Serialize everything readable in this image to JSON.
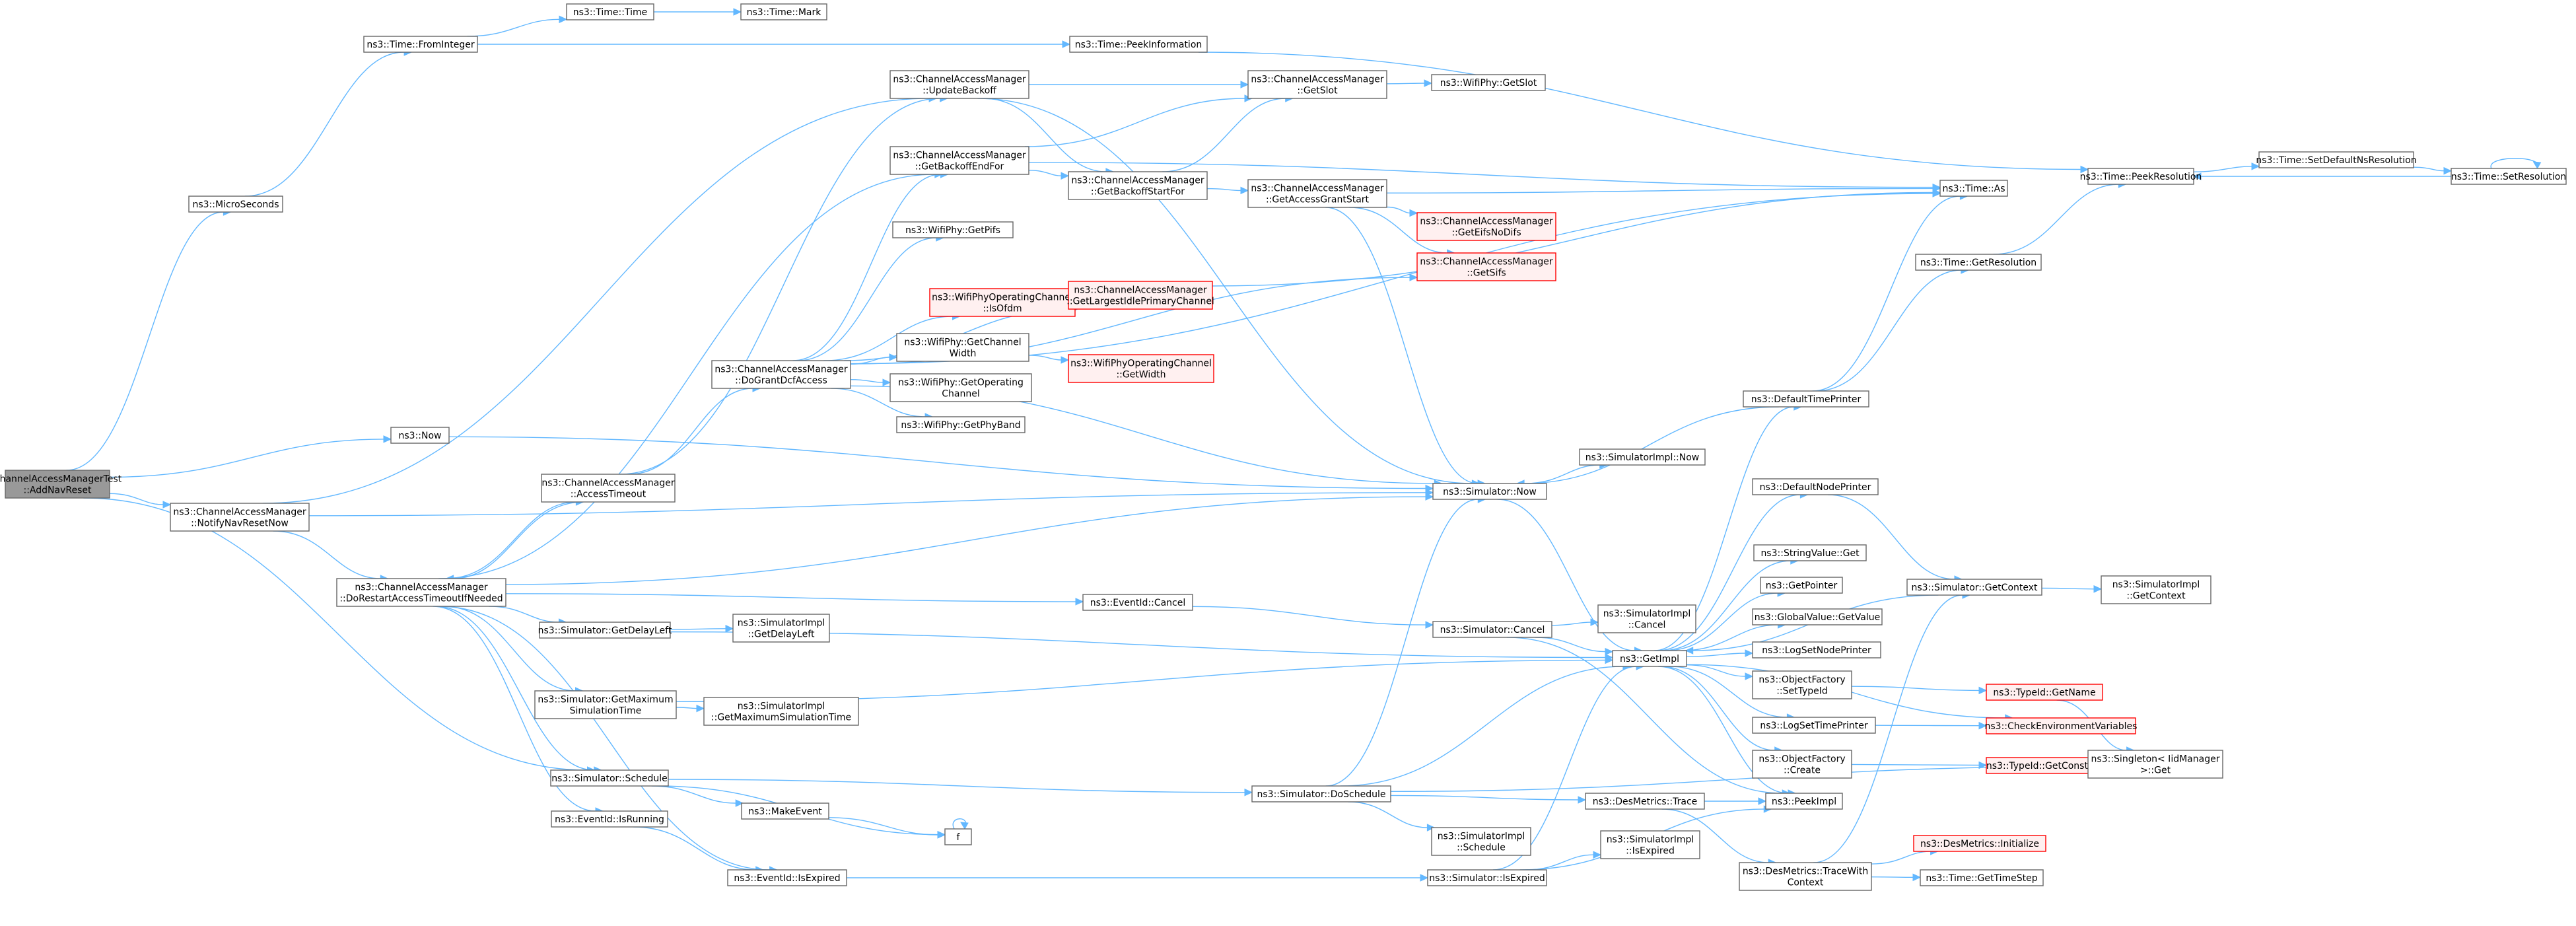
{
  "colors": {
    "edge": "#63b8ff",
    "node_stroke": "#666666",
    "node_fill": "#ffffff",
    "root_fill": "#999999",
    "root_stroke": "#666666",
    "red_stroke": "#ff0000",
    "red_fill": "#fff0f0"
  },
  "nodes": [
    {
      "id": "root",
      "lines": [
        "ChannelAccessManagerTest",
        "::AddNavReset"
      ],
      "style": "root"
    },
    {
      "id": "micro",
      "lines": [
        "ns3::MicroSeconds"
      ],
      "style": "normal"
    },
    {
      "id": "fromint",
      "lines": [
        "ns3::Time::FromInteger"
      ],
      "style": "normal"
    },
    {
      "id": "timetime",
      "lines": [
        "ns3::Time::Time"
      ],
      "style": "normal"
    },
    {
      "id": "timemark",
      "lines": [
        "ns3::Time::Mark"
      ],
      "style": "normal"
    },
    {
      "id": "peekinfo",
      "lines": [
        "ns3::Time::PeekInformation"
      ],
      "style": "normal"
    },
    {
      "id": "now",
      "lines": [
        "ns3::Now"
      ],
      "style": "normal"
    },
    {
      "id": "notifynav",
      "lines": [
        "ns3::ChannelAccessManager",
        "::NotifyNavResetNow"
      ],
      "style": "normal"
    },
    {
      "id": "drat",
      "lines": [
        "ns3::ChannelAccessManager",
        "::DoRestartAccessTimeoutIfNeeded"
      ],
      "style": "normal"
    },
    {
      "id": "acctimeout",
      "lines": [
        "ns3::ChannelAccessManager",
        "::AccessTimeout"
      ],
      "style": "normal"
    },
    {
      "id": "dogrant",
      "lines": [
        "ns3::ChannelAccessManager",
        "::DoGrantDcfAccess"
      ],
      "style": "normal"
    },
    {
      "id": "updbackoff",
      "lines": [
        "ns3::ChannelAccessManager",
        "::UpdateBackoff"
      ],
      "style": "normal"
    },
    {
      "id": "getbackend",
      "lines": [
        "ns3::ChannelAccessManager",
        "::GetBackoffEndFor"
      ],
      "style": "normal"
    },
    {
      "id": "getpifs",
      "lines": [
        "ns3::WifiPhy::GetPifs"
      ],
      "style": "normal"
    },
    {
      "id": "isofdm",
      "lines": [
        "ns3::WifiPhyOperatingChannel",
        "::IsOfdm"
      ],
      "style": "red"
    },
    {
      "id": "getchw",
      "lines": [
        "ns3::WifiPhy::GetChannel",
        "Width"
      ],
      "style": "normal"
    },
    {
      "id": "getopch",
      "lines": [
        "ns3::WifiPhy::GetOperating",
        "Channel"
      ],
      "style": "normal"
    },
    {
      "id": "getphyband",
      "lines": [
        "ns3::WifiPhy::GetPhyBand"
      ],
      "style": "normal"
    },
    {
      "id": "getlargest",
      "lines": [
        "ns3::ChannelAccessManager",
        "::GetLargestIdlePrimaryChannel"
      ],
      "style": "red"
    },
    {
      "id": "getwidth",
      "lines": [
        "ns3::WifiPhyOperatingChannel",
        "::GetWidth"
      ],
      "style": "red"
    },
    {
      "id": "getslot",
      "lines": [
        "ns3::ChannelAccessManager",
        "::GetSlot"
      ],
      "style": "normal"
    },
    {
      "id": "wifigetslot",
      "lines": [
        "ns3::WifiPhy::GetSlot"
      ],
      "style": "normal"
    },
    {
      "id": "getbackstart",
      "lines": [
        "ns3::ChannelAccessManager",
        "::GetBackoffStartFor"
      ],
      "style": "normal"
    },
    {
      "id": "getaccgrant",
      "lines": [
        "ns3::ChannelAccessManager",
        "::GetAccessGrantStart"
      ],
      "style": "normal"
    },
    {
      "id": "geteifs",
      "lines": [
        "ns3::ChannelAccessManager",
        "::GetEifsNoDifs"
      ],
      "style": "red"
    },
    {
      "id": "getsifs",
      "lines": [
        "ns3::ChannelAccessManager",
        "::GetSifs"
      ],
      "style": "red"
    },
    {
      "id": "timeas",
      "lines": [
        "ns3::Time::As"
      ],
      "style": "normal"
    },
    {
      "id": "peekres",
      "lines": [
        "ns3::Time::PeekResolution"
      ],
      "style": "normal"
    },
    {
      "id": "setdefres",
      "lines": [
        "ns3::Time::SetDefaultNsResolution"
      ],
      "style": "normal"
    },
    {
      "id": "setres",
      "lines": [
        "ns3::Time::SetResolution"
      ],
      "style": "normal"
    },
    {
      "id": "getres",
      "lines": [
        "ns3::Time::GetResolution"
      ],
      "style": "normal"
    },
    {
      "id": "deftimeprinter",
      "lines": [
        "ns3::DefaultTimePrinter"
      ],
      "style": "normal"
    },
    {
      "id": "siminow",
      "lines": [
        "ns3::SimulatorImpl::Now"
      ],
      "style": "normal"
    },
    {
      "id": "simnow",
      "lines": [
        "ns3::Simulator::Now"
      ],
      "style": "normal"
    },
    {
      "id": "defnodeprinter",
      "lines": [
        "ns3::DefaultNodePrinter"
      ],
      "style": "normal"
    },
    {
      "id": "strvalget",
      "lines": [
        "ns3::StringValue::Get"
      ],
      "style": "normal"
    },
    {
      "id": "getpointer",
      "lines": [
        "ns3::GetPointer"
      ],
      "style": "normal"
    },
    {
      "id": "globalval",
      "lines": [
        "ns3::GlobalValue::GetValue"
      ],
      "style": "normal"
    },
    {
      "id": "logsetnode",
      "lines": [
        "ns3::LogSetNodePrinter"
      ],
      "style": "normal"
    },
    {
      "id": "objfacset",
      "lines": [
        "ns3::ObjectFactory",
        "::SetTypeId"
      ],
      "style": "normal"
    },
    {
      "id": "logsettime",
      "lines": [
        "ns3::LogSetTimePrinter"
      ],
      "style": "normal"
    },
    {
      "id": "objfaccreate",
      "lines": [
        "ns3::ObjectFactory",
        "::Create"
      ],
      "style": "normal"
    },
    {
      "id": "peekimpl",
      "lines": [
        "ns3::PeekImpl"
      ],
      "style": "normal"
    },
    {
      "id": "getimpl",
      "lines": [
        "ns3::GetImpl"
      ],
      "style": "normal"
    },
    {
      "id": "simgetctx",
      "lines": [
        "ns3::Simulator::GetContext"
      ],
      "style": "normal"
    },
    {
      "id": "simigetctx",
      "lines": [
        "ns3::SimulatorImpl",
        "::GetContext"
      ],
      "style": "normal"
    },
    {
      "id": "typeidgetname",
      "lines": [
        "ns3::TypeId::GetName"
      ],
      "style": "red"
    },
    {
      "id": "checkenv",
      "lines": [
        "ns3::CheckEnvironmentVariables"
      ],
      "style": "red"
    },
    {
      "id": "typeidgetctor",
      "lines": [
        "ns3::TypeId::GetConstructor"
      ],
      "style": "red"
    },
    {
      "id": "singleton",
      "lines": [
        "ns3::Singleton< IidManager",
        " >::Get"
      ],
      "style": "normal"
    },
    {
      "id": "eventcancel",
      "lines": [
        "ns3::EventId::Cancel"
      ],
      "style": "normal"
    },
    {
      "id": "simcancel",
      "lines": [
        "ns3::Simulator::Cancel"
      ],
      "style": "normal"
    },
    {
      "id": "simicancel",
      "lines": [
        "ns3::SimulatorImpl",
        "::Cancel"
      ],
      "style": "normal"
    },
    {
      "id": "simgetdelay",
      "lines": [
        "ns3::Simulator::GetDelayLeft"
      ],
      "style": "normal"
    },
    {
      "id": "simigetdelay",
      "lines": [
        "ns3::SimulatorImpl",
        "::GetDelayLeft"
      ],
      "style": "normal"
    },
    {
      "id": "simgetmax",
      "lines": [
        "ns3::Simulator::GetMaximum",
        "SimulationTime"
      ],
      "style": "normal"
    },
    {
      "id": "simigetmax",
      "lines": [
        "ns3::SimulatorImpl",
        "::GetMaximumSimulationTime"
      ],
      "style": "normal"
    },
    {
      "id": "simschedule",
      "lines": [
        "ns3::Simulator::Schedule"
      ],
      "style": "normal"
    },
    {
      "id": "makeevent",
      "lines": [
        "ns3::MakeEvent"
      ],
      "style": "normal"
    },
    {
      "id": "f",
      "lines": [
        "f"
      ],
      "style": "normal"
    },
    {
      "id": "eventisrunning",
      "lines": [
        "ns3::EventId::IsRunning"
      ],
      "style": "normal"
    },
    {
      "id": "eventisexpired",
      "lines": [
        "ns3::EventId::IsExpired"
      ],
      "style": "normal"
    },
    {
      "id": "simdoschedule",
      "lines": [
        "ns3::Simulator::DoSchedule"
      ],
      "style": "normal"
    },
    {
      "id": "simischedule",
      "lines": [
        "ns3::SimulatorImpl",
        "::Schedule"
      ],
      "style": "normal"
    },
    {
      "id": "desmtrace",
      "lines": [
        "ns3::DesMetrics::Trace"
      ],
      "style": "normal"
    },
    {
      "id": "simisexpired",
      "lines": [
        "ns3::Simulator::IsExpired"
      ],
      "style": "normal"
    },
    {
      "id": "simiisexpired",
      "lines": [
        "ns3::SimulatorImpl",
        "::IsExpired"
      ],
      "style": "normal"
    },
    {
      "id": "desmtracewith",
      "lines": [
        "ns3::DesMetrics::TraceWith",
        "Context"
      ],
      "style": "normal"
    },
    {
      "id": "desminit",
      "lines": [
        "ns3::DesMetrics::Initialize"
      ],
      "style": "red"
    },
    {
      "id": "timegetstep",
      "lines": [
        "ns3::Time::GetTimeStep"
      ],
      "style": "normal"
    }
  ],
  "edges": [
    [
      "root",
      "micro"
    ],
    [
      "root",
      "now"
    ],
    [
      "root",
      "notifynav"
    ],
    [
      "root",
      "simschedule"
    ],
    [
      "micro",
      "fromint"
    ],
    [
      "fromint",
      "timetime"
    ],
    [
      "fromint",
      "peekinfo"
    ],
    [
      "timetime",
      "timemark"
    ],
    [
      "peekinfo",
      "peekres"
    ],
    [
      "now",
      "simnow"
    ],
    [
      "notifynav",
      "updbackoff"
    ],
    [
      "notifynav",
      "drat"
    ],
    [
      "notifynav",
      "simnow"
    ],
    [
      "drat",
      "getbackend"
    ],
    [
      "drat",
      "acctimeout"
    ],
    [
      "drat",
      "simnow"
    ],
    [
      "drat",
      "eventcancel"
    ],
    [
      "drat",
      "simgetdelay"
    ],
    [
      "drat",
      "simgetmax"
    ],
    [
      "drat",
      "simschedule"
    ],
    [
      "drat",
      "eventisrunning"
    ],
    [
      "drat",
      "eventisexpired"
    ],
    [
      "acctimeout",
      "updbackoff"
    ],
    [
      "acctimeout",
      "dogrant"
    ],
    [
      "acctimeout",
      "drat"
    ],
    [
      "dogrant",
      "getbackend"
    ],
    [
      "dogrant",
      "getpifs"
    ],
    [
      "dogrant",
      "isofdm"
    ],
    [
      "dogrant",
      "getchw"
    ],
    [
      "dogrant",
      "getopch"
    ],
    [
      "dogrant",
      "getphyband"
    ],
    [
      "dogrant",
      "getlargest"
    ],
    [
      "dogrant",
      "simnow"
    ],
    [
      "dogrant",
      "getsifs"
    ],
    [
      "dogrant",
      "timeas"
    ],
    [
      "updbackoff",
      "getslot"
    ],
    [
      "updbackoff",
      "getbackstart"
    ],
    [
      "updbackoff",
      "simnow"
    ],
    [
      "getbackend",
      "getslot"
    ],
    [
      "getbackend",
      "getbackstart"
    ],
    [
      "getbackend",
      "timeas"
    ],
    [
      "getchw",
      "getwidth"
    ],
    [
      "getlargest",
      "timeas"
    ],
    [
      "getslot",
      "wifigetslot"
    ],
    [
      "getbackstart",
      "getslot"
    ],
    [
      "getbackstart",
      "getaccgrant"
    ],
    [
      "getaccgrant",
      "geteifs"
    ],
    [
      "getaccgrant",
      "getsifs"
    ],
    [
      "getaccgrant",
      "timeas"
    ],
    [
      "getaccgrant",
      "simnow"
    ],
    [
      "peekres",
      "setdefres"
    ],
    [
      "setdefres",
      "setres"
    ],
    [
      "setres",
      "peekres"
    ],
    [
      "setres",
      "setres"
    ],
    [
      "getres",
      "peekres"
    ],
    [
      "deftimeprinter",
      "timeas"
    ],
    [
      "deftimeprinter",
      "getres"
    ],
    [
      "deftimeprinter",
      "simnow"
    ],
    [
      "simnow",
      "siminow"
    ],
    [
      "simnow",
      "getimpl"
    ],
    [
      "defnodeprinter",
      "simgetctx"
    ],
    [
      "getimpl",
      "deftimeprinter"
    ],
    [
      "getimpl",
      "defnodeprinter"
    ],
    [
      "getimpl",
      "strvalget"
    ],
    [
      "getimpl",
      "getpointer"
    ],
    [
      "getimpl",
      "globalval"
    ],
    [
      "getimpl",
      "logsetnode"
    ],
    [
      "getimpl",
      "objfacset"
    ],
    [
      "getimpl",
      "logsettime"
    ],
    [
      "getimpl",
      "objfaccreate"
    ],
    [
      "getimpl",
      "peekimpl"
    ],
    [
      "getimpl",
      "checkenv"
    ],
    [
      "simgetctx",
      "simigetctx"
    ],
    [
      "simgetctx",
      "getimpl"
    ],
    [
      "objfacset",
      "typeidgetname"
    ],
    [
      "logsettime",
      "checkenv"
    ],
    [
      "objfaccreate",
      "typeidgetctor"
    ],
    [
      "typeidgetname",
      "singleton"
    ],
    [
      "typeidgetctor",
      "singleton"
    ],
    [
      "eventcancel",
      "simcancel"
    ],
    [
      "simcancel",
      "simicancel"
    ],
    [
      "simcancel",
      "getimpl"
    ],
    [
      "simcancel",
      "peekimpl"
    ],
    [
      "simgetdelay",
      "simigetdelay"
    ],
    [
      "simgetdelay",
      "getimpl"
    ],
    [
      "simgetmax",
      "simigetmax"
    ],
    [
      "simgetmax",
      "getimpl"
    ],
    [
      "simschedule",
      "makeevent"
    ],
    [
      "simschedule",
      "f"
    ],
    [
      "simschedule",
      "simdoschedule"
    ],
    [
      "makeevent",
      "f"
    ],
    [
      "f",
      "f"
    ],
    [
      "eventisrunning",
      "eventisexpired"
    ],
    [
      "eventisexpired",
      "simisexpired"
    ],
    [
      "simdoschedule",
      "simnow"
    ],
    [
      "simdoschedule",
      "getimpl"
    ],
    [
      "simdoschedule",
      "simischedule"
    ],
    [
      "simdoschedule",
      "desmtrace"
    ],
    [
      "simdoschedule",
      "singleton"
    ],
    [
      "desmtrace",
      "desmtracewith"
    ],
    [
      "desmtrace",
      "peekimpl"
    ],
    [
      "simisexpired",
      "simiisexpired"
    ],
    [
      "simisexpired",
      "getimpl"
    ],
    [
      "simisexpired",
      "peekimpl"
    ],
    [
      "desmtracewith",
      "simgetctx"
    ],
    [
      "desmtracewith",
      "desminit"
    ],
    [
      "desmtracewith",
      "timegetstep"
    ]
  ]
}
